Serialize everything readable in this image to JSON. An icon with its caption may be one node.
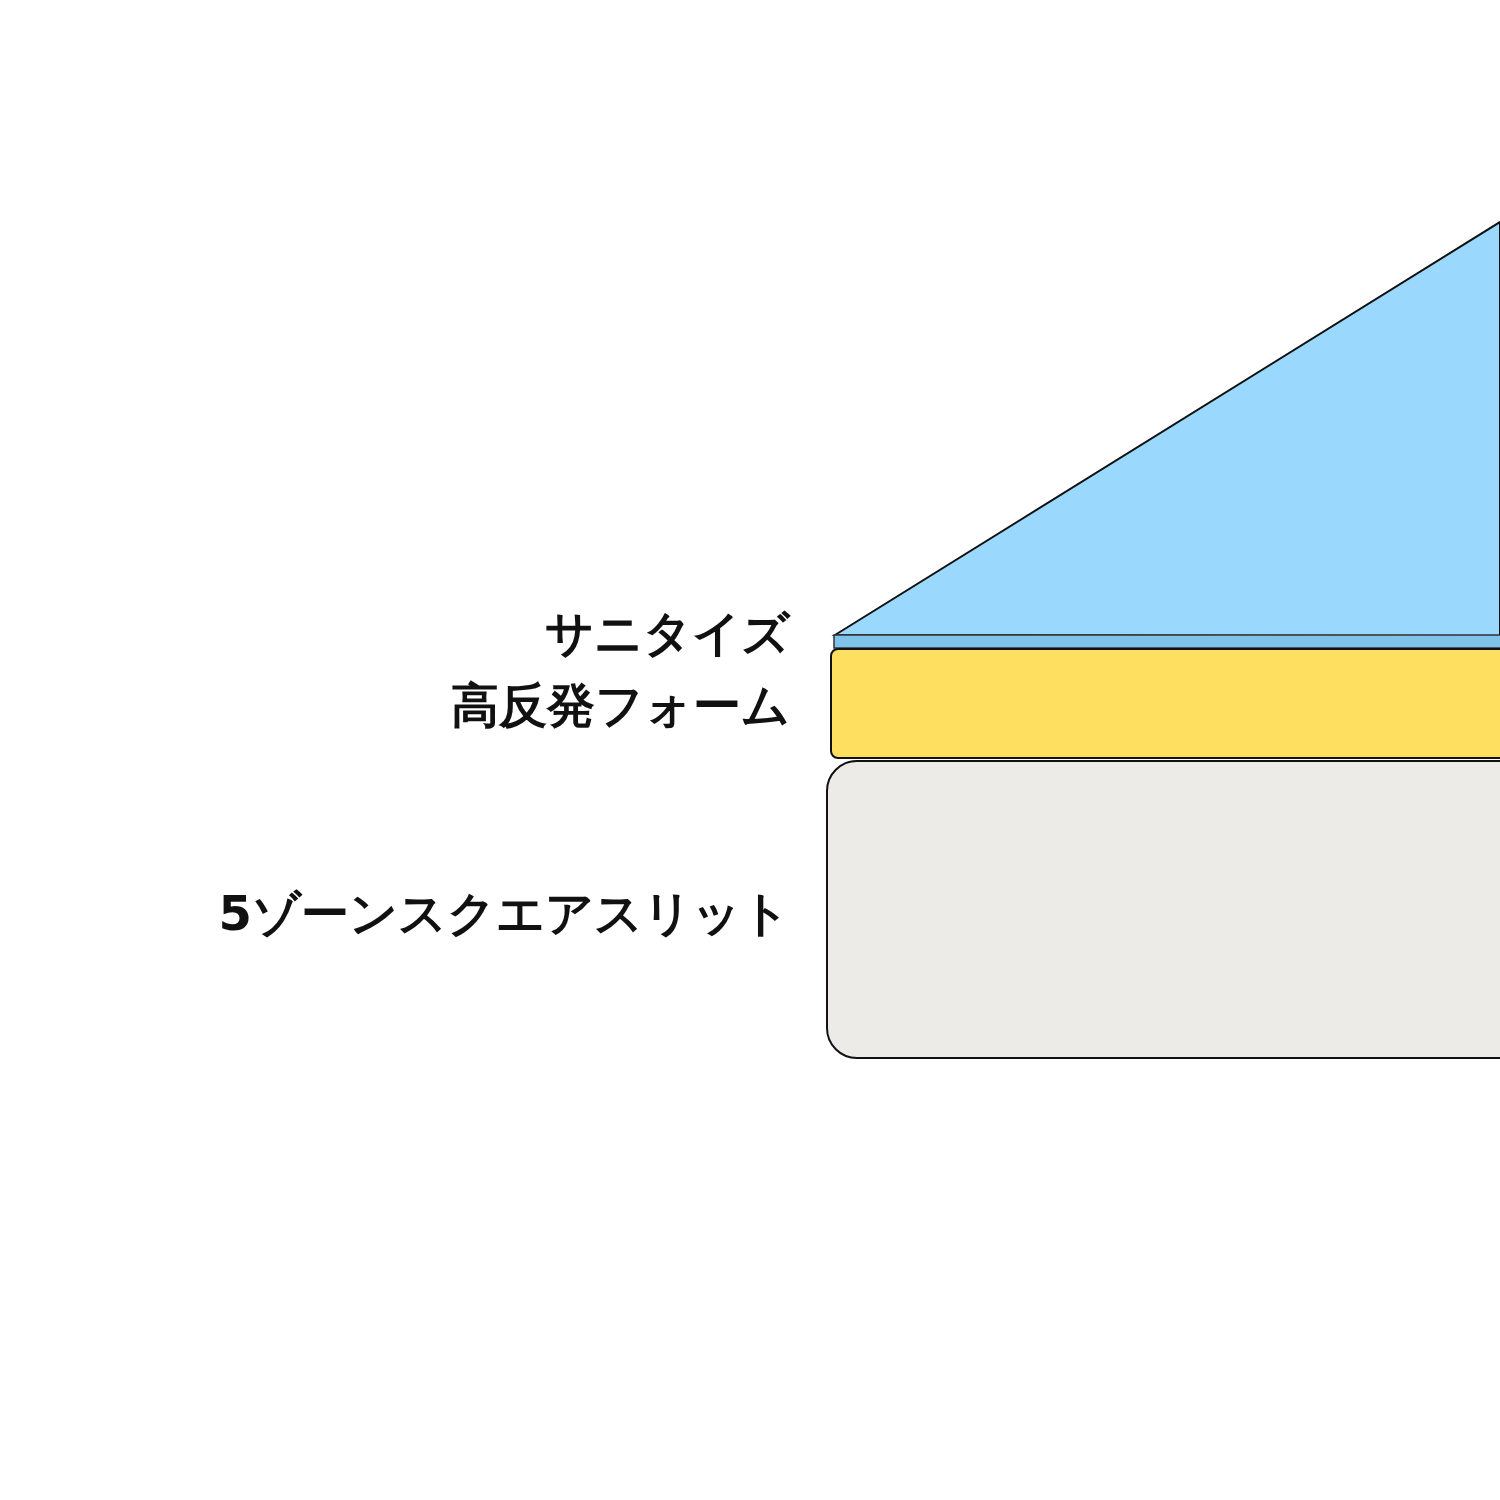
{
  "diagram": {
    "labels": [
      "サニタイズ",
      "高反発フォーム",
      "5ゾーンスクエアスリット"
    ]
  }
}
